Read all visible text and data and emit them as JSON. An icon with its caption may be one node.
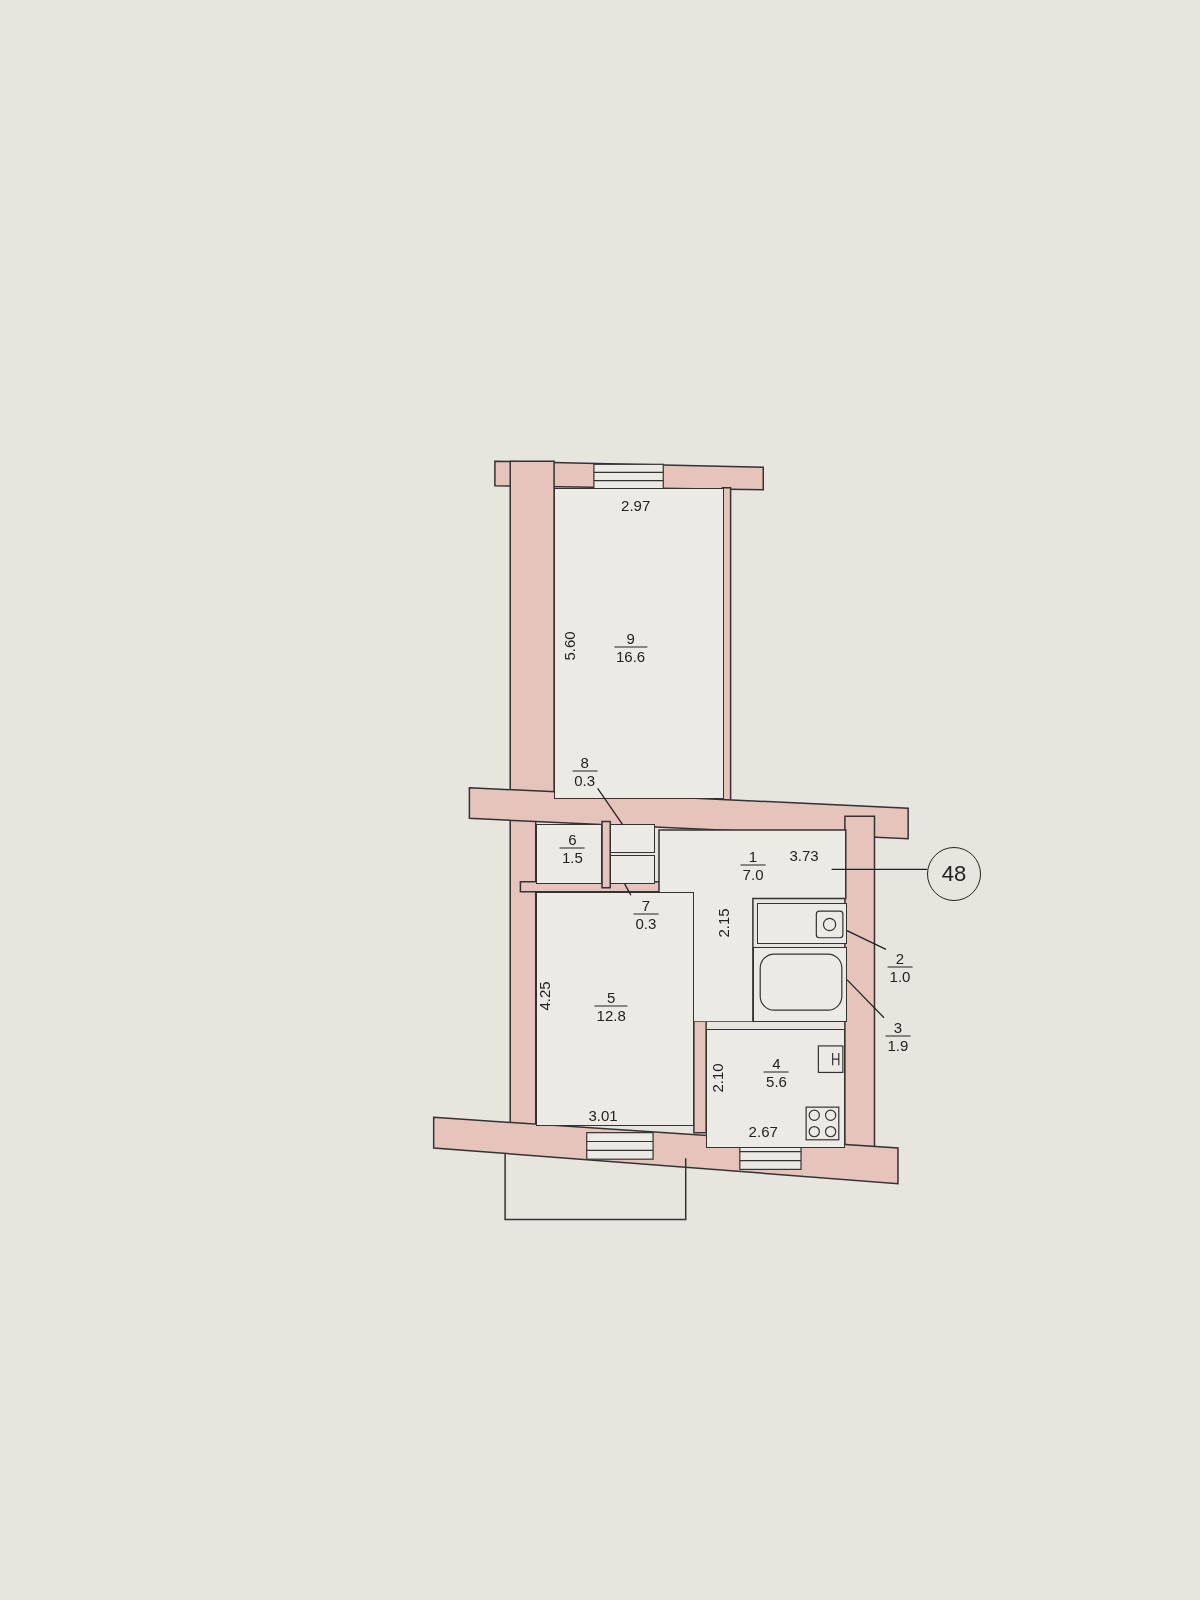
{
  "diagram": {
    "nodes": [
      {
        "text": [
          "9",
          "16.6"
        ]
      },
      {
        "text": [
          "8",
          "0.3"
        ],
        "in": 0
      },
      {
        "text": [],
        "shape": "box"
      },
      {
        "text": [
          "6",
          "1.5"
        ]
      },
      {
        "text": [
          "1",
          "7.0"
        ]
      },
      {
        "text": [
          "7",
          "0.3"
        ],
        "in": 7
      },
      {
        "text": [],
        "shape": "box"
      },
      {
        "text": [
          "5",
          "12.8"
        ]
      },
      {
        "text": [
          "2",
          "1.0"
        ]
      },
      {
        "text": [],
        "shape": "box"
      },
      {
        "text": [
          "3",
          "1.9"
        ]
      },
      {
        "text": [],
        "shape": "box"
      },
      {
        "text": [
          "4",
          "5.6"
        ]
      },
      {
        "text": [
          "48"
        ]
      }
    ],
    "edges": [
      {
        "from": 1,
        "to": 2,
        "arrow": "none"
      },
      {
        "from": 5,
        "to": 6,
        "arrow": "none"
      },
      {
        "from": 8,
        "to": 9,
        "arrow": "none"
      },
      {
        "from": 10,
        "to": 11,
        "arrow": "none"
      },
      {
        "from": 13,
        "to": 4,
        "arrow": "none"
      }
    ],
    "labels": [
      "2.97",
      "5.60",
      "3.73",
      "2.15",
      "4.25",
      "2.10",
      "3.01",
      "2.67"
    ]
  }
}
